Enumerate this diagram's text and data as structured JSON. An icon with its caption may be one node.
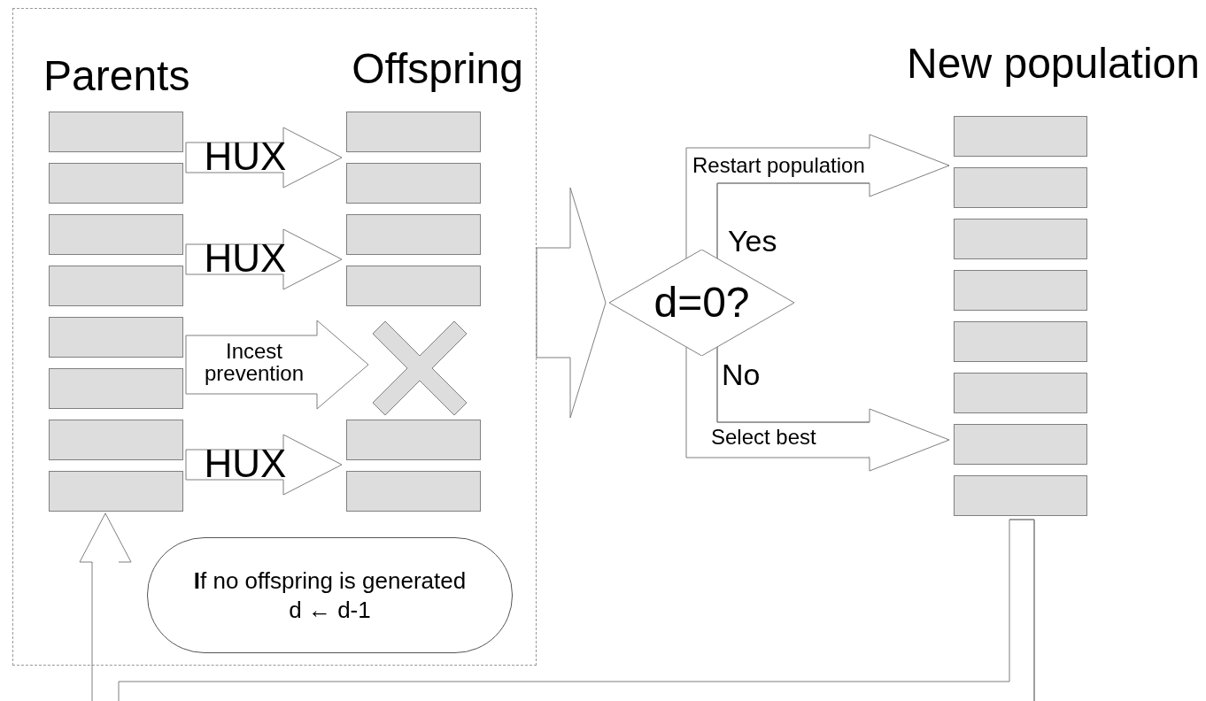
{
  "diagram": {
    "nodes": [
      {
        "text": [],
        "shape": "box"
      },
      {
        "text": [
          "Parents"
        ],
        "in": 0
      },
      {
        "text": [],
        "shape": "bar",
        "in": 1
      },
      {
        "text": [],
        "shape": "bar",
        "in": 1
      },
      {
        "text": [],
        "shape": "bar",
        "in": 1
      },
      {
        "text": [],
        "shape": "bar",
        "in": 1
      },
      {
        "text": [],
        "shape": "bar",
        "in": 1
      },
      {
        "text": [],
        "shape": "bar",
        "in": 1
      },
      {
        "text": [],
        "shape": "bar",
        "in": 1
      },
      {
        "text": [],
        "shape": "bar",
        "in": 1
      },
      {
        "text": [
          "Offspring"
        ],
        "in": 0
      },
      {
        "text": [],
        "shape": "bar",
        "in": 10
      },
      {
        "text": [],
        "shape": "bar",
        "in": 10
      },
      {
        "text": [],
        "shape": "bar",
        "in": 10
      },
      {
        "text": [],
        "shape": "bar",
        "in": 10
      },
      {
        "text": [],
        "shape": "cross",
        "in": 10
      },
      {
        "text": [],
        "shape": "bar",
        "in": 10
      },
      {
        "text": [],
        "shape": "bar",
        "in": 10
      },
      {
        "text": [
          "**I**f no offspring is generated d ← d-1"
        ],
        "in": 0
      },
      {
        "text": [
          "d=0?"
        ]
      },
      {
        "text": [
          "New population"
        ]
      },
      {
        "text": [],
        "shape": "bar",
        "in": 20
      },
      {
        "text": [],
        "shape": "bar",
        "in": 20
      },
      {
        "text": [],
        "shape": "bar",
        "in": 20
      },
      {
        "text": [],
        "shape": "bar",
        "in": 20
      },
      {
        "text": [],
        "shape": "bar",
        "in": 20
      },
      {
        "text": [],
        "shape": "bar",
        "in": 20
      },
      {
        "text": [],
        "shape": "bar",
        "in": 20
      },
      {
        "text": [],
        "shape": "bar",
        "in": 20
      }
    ],
    "edges": [
      {
        "from": 2,
        "to": 11,
        "arrow": "to",
        "label": "HUX"
      },
      {
        "from": 4,
        "to": 13,
        "arrow": "to",
        "label": "HUX"
      },
      {
        "from": 6,
        "to": 15,
        "arrow": "to",
        "label": "Incest prevention"
      },
      {
        "from": 8,
        "to": 16,
        "arrow": "to",
        "label": "HUX"
      },
      {
        "from": 0,
        "to": 19,
        "arrow": "to"
      },
      {
        "from": 19,
        "to": 21,
        "arrow": "to",
        "label": "Restart population"
      },
      {
        "from": 19,
        "to": 27,
        "arrow": "to",
        "label": "Select best"
      },
      {
        "from": 20,
        "to": 1,
        "arrow": "to"
      }
    ],
    "labels": [
      "Yes",
      "No"
    ]
  }
}
